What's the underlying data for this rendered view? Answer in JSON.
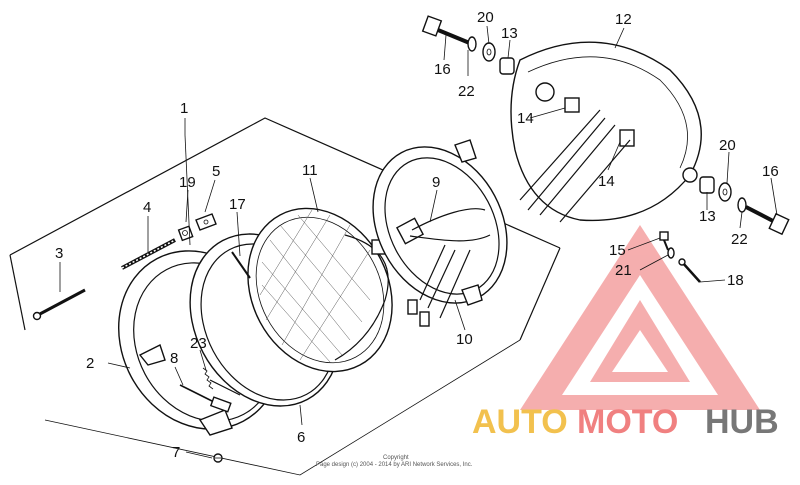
{
  "diagram": {
    "callouts": [
      "1",
      "2",
      "3",
      "4",
      "5",
      "6",
      "7",
      "8",
      "9",
      "10",
      "11",
      "12",
      "13",
      "13",
      "14",
      "14",
      "15",
      "16",
      "16",
      "17",
      "18",
      "19",
      "20",
      "20",
      "21",
      "22",
      "22",
      "23"
    ],
    "copyright": [
      "Copyright",
      "Page design (c) 2004 - 2014 by ARI Network Services, Inc."
    ]
  },
  "watermark": {
    "part1": "AUTO",
    "part2": "MOTO",
    "part3": "HUB",
    "colors": {
      "yellow": "#f2c14e",
      "red": "#f08080",
      "gray": "#777777"
    }
  }
}
